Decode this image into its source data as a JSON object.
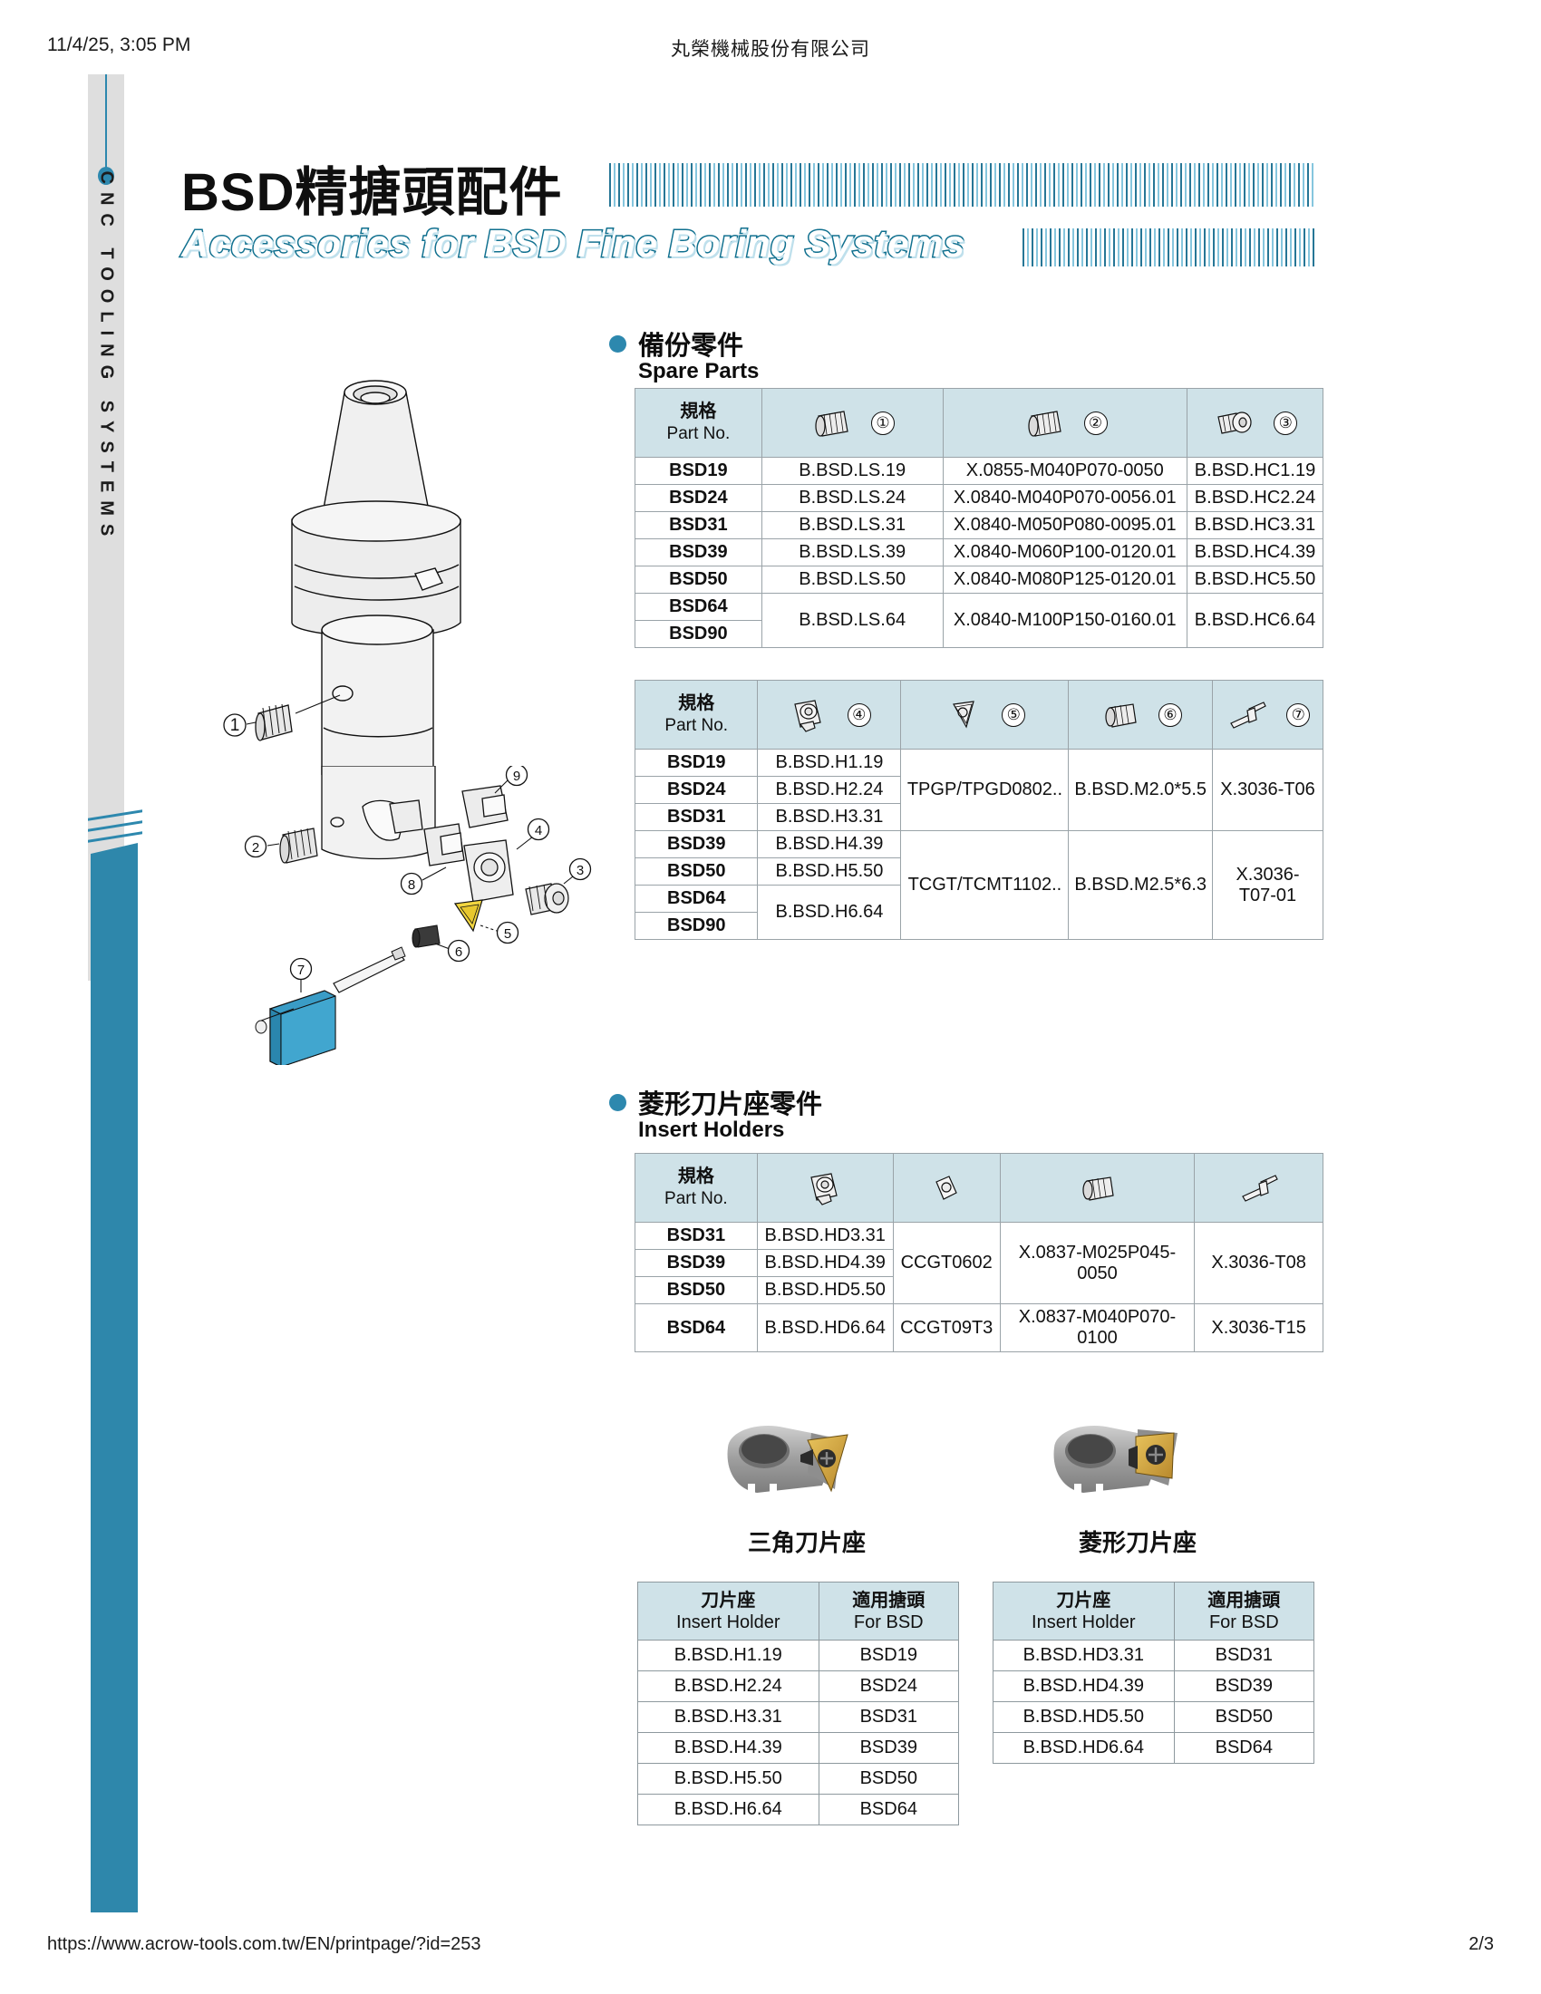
{
  "print_header": {
    "timestamp": "11/4/25, 3:05 PM",
    "company": "丸榮機械股份有限公司"
  },
  "print_footer": {
    "url": "https://www.acrow-tools.com.tw/EN/printpage/?id=253",
    "page": "2/3"
  },
  "sidebar": {
    "vertical_label": "CNC TOOLING SYSTEMS",
    "accent_color": "#2d88ae"
  },
  "title": {
    "zh": "BSD精搪頭配件",
    "en": "Accessories for BSD Fine Boring Systems"
  },
  "sections": {
    "spare_parts": {
      "zh": "備份零件",
      "en": "Spare Parts"
    },
    "insert_holders": {
      "zh": "菱形刀片座零件",
      "en": "Insert Holders"
    }
  },
  "table_spare_1": {
    "headers": {
      "part_no": {
        "zh": "規格",
        "en": "Part No."
      },
      "col1_icon": "set-screw-icon",
      "col1_num": "①",
      "col2_icon": "screw-icon",
      "col2_num": "②",
      "col3_icon": "cap-screw-icon",
      "col3_num": "③"
    },
    "rows": [
      {
        "part_no": "BSD19",
        "c1": "B.BSD.LS.19",
        "c2": "X.0855-M040P070-0050",
        "c3": "B.BSD.HC1.19"
      },
      {
        "part_no": "BSD24",
        "c1": "B.BSD.LS.24",
        "c2": "X.0840-M040P070-0056.01",
        "c3": "B.BSD.HC2.24"
      },
      {
        "part_no": "BSD31",
        "c1": "B.BSD.LS.31",
        "c2": "X.0840-M050P080-0095.01",
        "c3": "B.BSD.HC3.31"
      },
      {
        "part_no": "BSD39",
        "c1": "B.BSD.LS.39",
        "c2": "X.0840-M060P100-0120.01",
        "c3": "B.BSD.HC4.39"
      },
      {
        "part_no": "BSD50",
        "c1": "B.BSD.LS.50",
        "c2": "X.0840-M080P125-0120.01",
        "c3": "B.BSD.HC5.50"
      },
      {
        "part_no": "BSD64",
        "c1": "",
        "c2": "",
        "c3": ""
      },
      {
        "part_no": "BSD90",
        "c1": "",
        "c2": "",
        "c3": ""
      }
    ],
    "merged": {
      "c1_64_90": "B.BSD.LS.64",
      "c2_64_90": "X.0840-M100P150-0160.01",
      "c3_64_90": "B.BSD.HC6.64"
    }
  },
  "table_spare_2": {
    "headers": {
      "part_no": {
        "zh": "規格",
        "en": "Part No."
      },
      "col4_icon": "insert-holder-icon",
      "col4_num": "④",
      "col5_icon": "triangular-insert-icon",
      "col5_num": "⑤",
      "col6_icon": "screw-icon",
      "col6_num": "⑥",
      "col7_icon": "wrench-icon",
      "col7_num": "⑦"
    },
    "rows": [
      {
        "part_no": "BSD19",
        "holder": "B.BSD.H1.19"
      },
      {
        "part_no": "BSD24",
        "holder": "B.BSD.H2.24"
      },
      {
        "part_no": "BSD31",
        "holder": "B.BSD.H3.31"
      },
      {
        "part_no": "BSD39",
        "holder": "B.BSD.H4.39"
      },
      {
        "part_no": "BSD50",
        "holder": "B.BSD.H5.50"
      },
      {
        "part_no": "BSD64",
        "holder": ""
      },
      {
        "part_no": "BSD90",
        "holder": ""
      }
    ],
    "merged": {
      "holder_64_90": "B.BSD.H6.64",
      "insert_top": "TPGP/TPGD0802..",
      "screw_top": "B.BSD.M2.0*5.5",
      "wrench_top": "X.3036-T06",
      "insert_bot": "TCGT/TCMT1102..",
      "screw_bot": "B.BSD.M2.5*6.3",
      "wrench_bot": "X.3036-T07-01"
    }
  },
  "table_insert_holders": {
    "headers": {
      "part_no": {
        "zh": "規格",
        "en": "Part No."
      },
      "holder_icon": "insert-holder-icon",
      "insert_icon": "rhombic-insert-icon",
      "screw_icon": "screw-icon",
      "wrench_icon": "wrench-icon"
    },
    "rows": [
      {
        "part_no": "BSD31",
        "holder": "B.BSD.HD3.31"
      },
      {
        "part_no": "BSD39",
        "holder": "B.BSD.HD4.39"
      },
      {
        "part_no": "BSD50",
        "holder": "B.BSD.HD5.50"
      },
      {
        "part_no": "BSD64",
        "holder": "B.BSD.HD6.64",
        "insert": "CCGT09T3",
        "screw": "X.0837-M040P070-0100",
        "wrench": "X.3036-T15"
      }
    ],
    "merged": {
      "insert_31_50": "CCGT0602",
      "screw_31_50": "X.0837-M025P045-0050",
      "wrench_31_50": "X.3036-T08"
    }
  },
  "photos": {
    "left_caption": "三角刀片座",
    "right_caption": "菱形刀片座"
  },
  "xref_left": {
    "headers": {
      "holder_zh": "刀片座",
      "holder_en": "Insert Holder",
      "bsd_zh": "適用搪頭",
      "bsd_en": "For BSD"
    },
    "rows": [
      {
        "holder": "B.BSD.H1.19",
        "bsd": "BSD19"
      },
      {
        "holder": "B.BSD.H2.24",
        "bsd": "BSD24"
      },
      {
        "holder": "B.BSD.H3.31",
        "bsd": "BSD31"
      },
      {
        "holder": "B.BSD.H4.39",
        "bsd": "BSD39"
      },
      {
        "holder": "B.BSD.H5.50",
        "bsd": "BSD50"
      },
      {
        "holder": "B.BSD.H6.64",
        "bsd": "BSD64"
      }
    ]
  },
  "xref_right": {
    "headers": {
      "holder_zh": "刀片座",
      "holder_en": "Insert Holder",
      "bsd_zh": "適用搪頭",
      "bsd_en": "For BSD"
    },
    "rows": [
      {
        "holder": "B.BSD.HD3.31",
        "bsd": "BSD31"
      },
      {
        "holder": "B.BSD.HD4.39",
        "bsd": "BSD39"
      },
      {
        "holder": "B.BSD.HD5.50",
        "bsd": "BSD50"
      },
      {
        "holder": "B.BSD.HD6.64",
        "bsd": "BSD64"
      }
    ]
  },
  "diagram": {
    "callouts": [
      "①",
      "②",
      "③",
      "④",
      "⑤",
      "⑥",
      "⑦",
      "⑧",
      "⑨"
    ],
    "labels": {
      "c1": "1",
      "c2": "2",
      "c3": "3",
      "c4": "4",
      "c5": "5",
      "c6": "6",
      "c7": "7",
      "c8": "8",
      "c9": "9"
    }
  }
}
